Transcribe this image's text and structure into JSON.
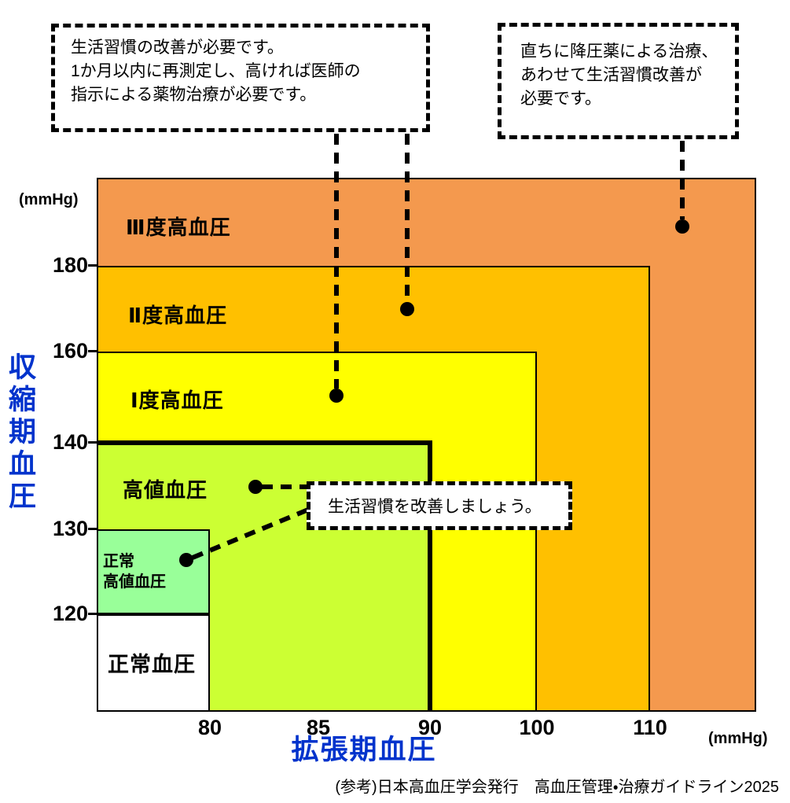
{
  "chart_data": {
    "type": "heatmap",
    "description": "血圧分類チャート（収縮期血圧×拡張期血圧の区分図）",
    "x_axis": {
      "label": "拡張期血圧",
      "unit": "(mmHg)",
      "ticks": [
        80,
        85,
        90,
        100,
        110
      ]
    },
    "y_axis": {
      "label": "収縮期血圧",
      "unit": "(mmHg)",
      "ticks": [
        180,
        160,
        140,
        130,
        120
      ]
    },
    "regions": [
      {
        "label": "Ⅲ度高血圧",
        "systolic": "≥180",
        "diastolic": "≥110",
        "color": "#F4994E"
      },
      {
        "label": "Ⅱ度高血圧",
        "systolic": "160-179",
        "diastolic": "100-109",
        "color": "#FFC000"
      },
      {
        "label": "Ⅰ度高血圧",
        "systolic": "140-159",
        "diastolic": "90-99",
        "color": "#FFFF00"
      },
      {
        "label": "高値血圧",
        "systolic": "130-139",
        "diastolic": "80-89",
        "color": "#CCFF33"
      },
      {
        "label": "正常高値血圧",
        "systolic": "120-129",
        "diastolic": "<80",
        "color": "#99FF99"
      },
      {
        "label": "正常血圧",
        "systolic": "<120",
        "diastolic": "<80",
        "color": "#FFFFFF"
      }
    ],
    "threshold_lines": {
      "systolic": 140,
      "diastolic": 90
    },
    "annotations": [
      "生活習慣の改善が必要です。1か月以内に再測定し、高ければ医師の指示による薬物治療が必要です。",
      "直ちに降圧薬による治療、あわせて生活習慣改善が必要です。",
      "生活習慣を改善しましょう。"
    ],
    "caption": "(参考)日本高血圧学会発行　高血圧管理・治療ガイドライン2025"
  },
  "axes": {
    "y_unit": "(mmHg)",
    "x_unit": "(mmHg)",
    "y_label": "収縮期血圧",
    "x_label": "拡張期血圧",
    "y_ticks": [
      "180",
      "160",
      "140",
      "130",
      "120"
    ],
    "x_ticks": [
      "80",
      "85",
      "90",
      "100",
      "110"
    ]
  },
  "regions": {
    "grade3": "Ⅲ度高血圧",
    "grade2": "Ⅱ度高血圧",
    "grade1": "Ⅰ度高血圧",
    "elevated": "高値血圧",
    "normal_high": "正常\n高値血圧",
    "normal": "正常血圧"
  },
  "callouts": {
    "top_left": {
      "line1": "生活習慣の改善が必要です。",
      "line2": "1か月以内に再測定し、高ければ医師の",
      "line3": "指示による薬物治療が必要です。"
    },
    "top_right": {
      "line1": "直ちに降圧薬による治療、",
      "line2": "あわせて生活習慣改善が",
      "line3": "必要です。"
    },
    "middle": {
      "text": "生活習慣を改善しましょう。"
    }
  },
  "caption": "(参考)日本高血圧学会発行　高血圧管理・治療ガイドライン2025",
  "colors": {
    "grade3": "#F4994E",
    "grade2": "#FFC000",
    "grade1": "#FFFF00",
    "elevated": "#CCFF33",
    "normal_high": "#99FF99",
    "normal": "#FFFFFF",
    "axis_title_blue": "#0033CC"
  }
}
